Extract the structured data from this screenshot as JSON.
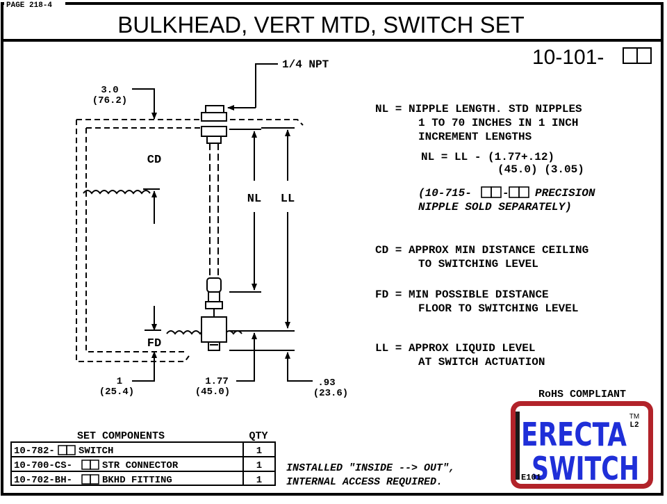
{
  "header": {
    "page_label": "PAGE 218-4",
    "title": "BULKHEAD, VERT MTD, SWITCH SET",
    "part_number": "10-101-"
  },
  "diagram": {
    "npt_label": "1/4 NPT",
    "dim_top": {
      "value": "3.0",
      "metric": "(76.2)"
    },
    "label_cd": "CD",
    "label_nl": "NL",
    "label_ll": "LL",
    "label_fd": "FD",
    "dim_bottom_left": {
      "value": "1",
      "metric": "(25.4)"
    },
    "dim_bottom_mid": {
      "value": "1.77",
      "metric": "(45.0)"
    },
    "dim_bottom_right": {
      "value": ".93",
      "metric": "(23.6)"
    }
  },
  "notes": {
    "nl": [
      "NL = NIPPLE LENGTH. STD NIPPLES",
      "1 TO 70 INCHES IN 1 INCH",
      "INCREMENT LENGTHS"
    ],
    "formula": [
      "NL = LL - (1.77+.12)",
      "(45.0) (3.05)"
    ],
    "precision": {
      "prefix": "(10-715-",
      "dash": "-",
      "suffix": "PRECISION",
      "line2": "NIPPLE SOLD SEPARATELY)"
    },
    "cd": [
      "CD = APPROX MIN DISTANCE CEILING",
      "TO SWITCHING LEVEL"
    ],
    "fd": [
      "FD = MIN POSSIBLE DISTANCE",
      "FLOOR TO SWITCHING LEVEL"
    ],
    "ll": [
      "LL = APPROX LIQUID LEVEL",
      "AT SWITCH ACTUATION"
    ]
  },
  "components": {
    "title": "SET COMPONENTS",
    "qty_header": "QTY",
    "rows": [
      {
        "prefix": "10-782-",
        "name": "SWITCH",
        "qty": "1"
      },
      {
        "prefix": "10-700-CS-",
        "name": "STR CONNECTOR",
        "qty": "1"
      },
      {
        "prefix": "10-702-BH-",
        "name": "BKHD FITTING",
        "qty": "1"
      }
    ]
  },
  "install_note": [
    "INSTALLED \"INSIDE --> OUT\",",
    "INTERNAL ACCESS REQUIRED."
  ],
  "rohs": "RoHS COMPLIANT",
  "logo": {
    "line1": "ERECTA",
    "line2": "SWITCH",
    "tm": "TM",
    "l2": "L2",
    "code": "E101",
    "border_color": "#b2232a"
  }
}
